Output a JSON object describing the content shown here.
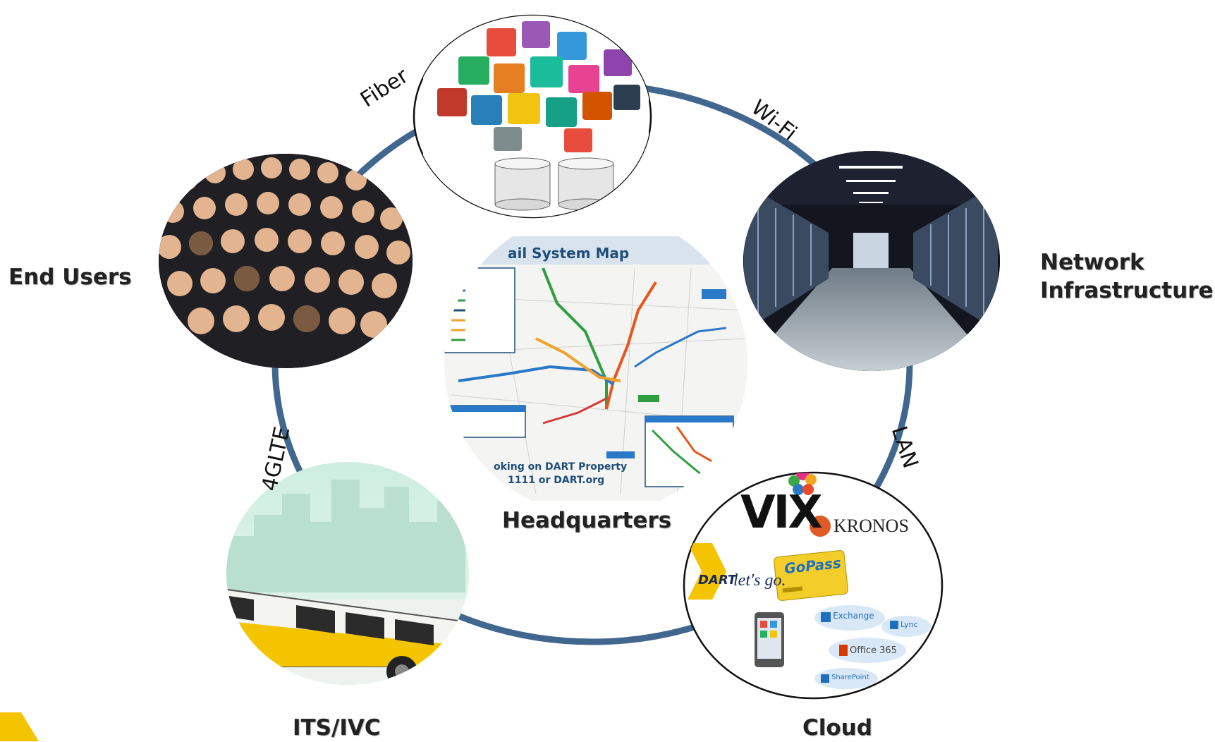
{
  "nodes": {
    "end_users": "End Users",
    "network_infrastructure_line1": "Network",
    "network_infrastructure_line2": "Infrastructure",
    "headquarters": "Headquarters",
    "its_ivc": "ITS/IVC",
    "cloud": "Cloud"
  },
  "links": {
    "fiber": "Fiber",
    "wifi": "Wi-Fi",
    "lan": "LAN",
    "lte": "4GLTE"
  },
  "hq_map": {
    "title": "ail System Map",
    "footer_line1": "oking on DART Property",
    "footer_line2": "1111 or DART.org"
  },
  "cloud_logos": {
    "vix": "VIX",
    "kronos": "KRONOS",
    "dart": "DART",
    "lets_go": "let's go.",
    "gopass": "GoPass",
    "exchange": "Exchange",
    "lync": "Lync",
    "office365": "Office 365",
    "sharepoint": "SharePoint"
  },
  "colors": {
    "ring": "#41678f",
    "dart_yellow": "#f5c400",
    "map_blue": "#1f4e79"
  }
}
